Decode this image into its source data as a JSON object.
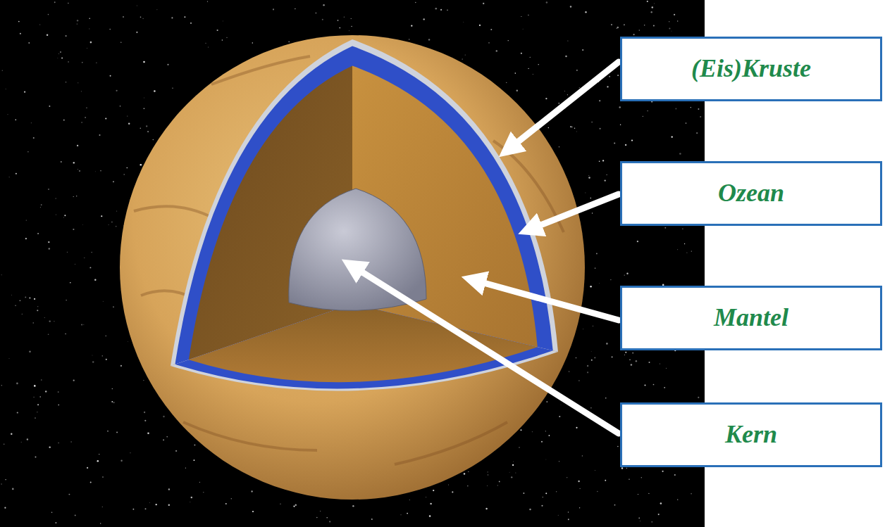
{
  "diagram": {
    "nodes": [
      {
        "text": [
          "(Eis)Kruste"
        ]
      },
      {
        "text": [
          "Ozean"
        ]
      },
      {
        "text": [
          "Mantel"
        ]
      },
      {
        "text": [
          "Kern"
        ]
      }
    ]
  }
}
